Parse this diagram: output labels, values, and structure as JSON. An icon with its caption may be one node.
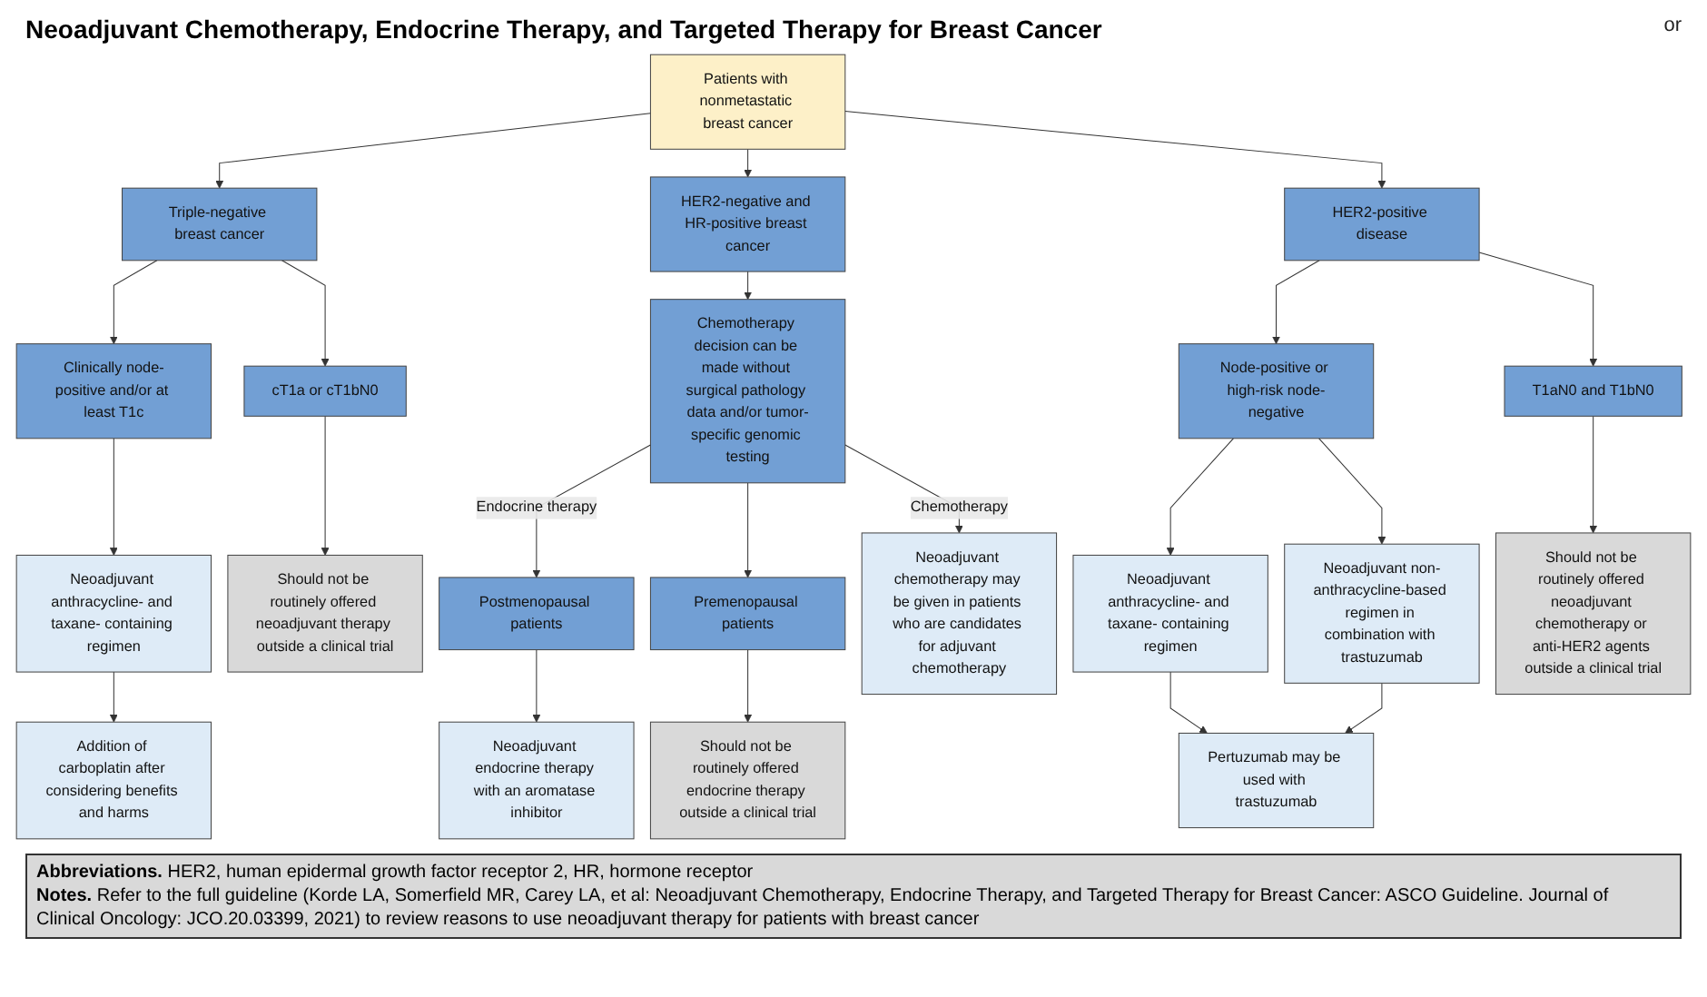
{
  "diagram": {
    "title": "Neoadjuvant Chemotherapy, Endocrine Therapy, and Targeted Therapy for Breast Cancer",
    "nodes": [
      {
        "text": [
          "Patients with nonmetastatic breast cancer"
        ]
      },
      {
        "text": [
          "Triple-negative breast cancer"
        ]
      },
      {
        "text": [
          "HER2-negative and HR-positive breast cancer"
        ]
      },
      {
        "text": [
          "HER2-positive disease"
        ]
      },
      {
        "text": [
          "Clinically node-positive and/or at least T1c"
        ]
      },
      {
        "text": [
          "cT1a or cT1bN0"
        ]
      },
      {
        "text": [
          "Neoadjuvant anthracycline- and taxane- containing regimen"
        ]
      },
      {
        "text": [
          "Should not be routinely offered neoadjuvant therapy outside a clinical trial"
        ]
      },
      {
        "text": [
          "Addition of carboplatin after considering benefits and harms"
        ]
      },
      {
        "text": [
          "Chemotherapy decision can be made without surgical pathology data and/or tumor-specific genomic testing"
        ]
      },
      {
        "text": [
          "Postmenopausal patients"
        ]
      },
      {
        "text": [
          "Premenopausal patients"
        ]
      },
      {
        "text": [
          "Neoadjuvant chemotherapy may be given in patients who are candidates for adjuvant chemotherapy"
        ]
      },
      {
        "text": [
          "Neoadjuvant endocrine therapy with an aromatase inhibitor"
        ]
      },
      {
        "text": [
          "Should not be routinely offered endocrine therapy outside a clinical trial"
        ]
      },
      {
        "text": [
          "Node-positive or high-risk node-negative"
        ]
      },
      {
        "text": [
          "T1aN0 and T1bN0"
        ]
      },
      {
        "text": [
          "Neoadjuvant anthracycline- and taxane- containing regimen"
        ]
      },
      {
        "text": [
          "Neoadjuvant non-anthracycline-based regimen in combination with trastuzumab"
        ]
      },
      {
        "text": [
          "Should not be routinely offered neoadjuvant chemotherapy or anti-HER2 agents outside a clinical trial"
        ]
      },
      {
        "text": [
          "Pertuzumab may be used with trastuzumab"
        ]
      }
    ],
    "edges": [
      {
        "from": 0,
        "to": 1,
        "arrow": "to"
      },
      {
        "from": 0,
        "to": 2,
        "arrow": "to"
      },
      {
        "from": 0,
        "to": 3,
        "arrow": "to"
      },
      {
        "from": 1,
        "to": 4,
        "arrow": "to"
      },
      {
        "from": 1,
        "to": 5,
        "arrow": "to"
      },
      {
        "from": 4,
        "to": 6,
        "arrow": "to"
      },
      {
        "from": 5,
        "to": 7,
        "arrow": "to"
      },
      {
        "from": 6,
        "to": 8,
        "arrow": "to"
      },
      {
        "from": 2,
        "to": 9,
        "arrow": "to"
      },
      {
        "from": 9,
        "to": 10,
        "arrow": "to",
        "label": "Endocrine therapy"
      },
      {
        "from": 9,
        "to": 11,
        "arrow": "to"
      },
      {
        "from": 9,
        "to": 12,
        "arrow": "to",
        "label": "Chemotherapy"
      },
      {
        "from": 10,
        "to": 13,
        "arrow": "to"
      },
      {
        "from": 11,
        "to": 14,
        "arrow": "to"
      },
      {
        "from": 3,
        "to": 15,
        "arrow": "to"
      },
      {
        "from": 3,
        "to": 16,
        "arrow": "to"
      },
      {
        "from": 15,
        "to": 17,
        "arrow": "to"
      },
      {
        "from": 15,
        "to": 18,
        "arrow": "to"
      },
      {
        "from": 16,
        "to": 19,
        "arrow": "to"
      },
      {
        "from": 17,
        "to": 20,
        "arrow": "to"
      },
      {
        "from": 18,
        "to": 20,
        "arrow": "to"
      }
    ],
    "labels": [
      "or",
      "**Abbreviations.** HER2, human epidermal growth factor receptor 2, HR, hormone receptor",
      "**Notes.** Refer to the full guideline (Korde LA, Somerfield MR, Carey LA, et al: Neoadjuvant Chemotherapy, Endocrine Therapy, and Targeted Therapy for Breast Cancer: ASCO Guideline. Journal of Clinical Oncology: JCO.20.03399, 2021) to review reasons to use neoadjuvant therapy for patients with breast cancer"
    ]
  }
}
